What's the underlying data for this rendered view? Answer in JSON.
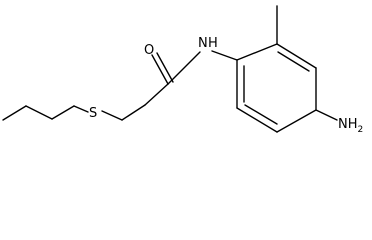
{
  "molecule": {
    "atoms": {
      "oxygen": "O",
      "amide_nitrogen": "N",
      "amide_hydrogen": "H",
      "sulfur": "S",
      "amino_group": "NH",
      "amino_subscript": "2"
    }
  }
}
